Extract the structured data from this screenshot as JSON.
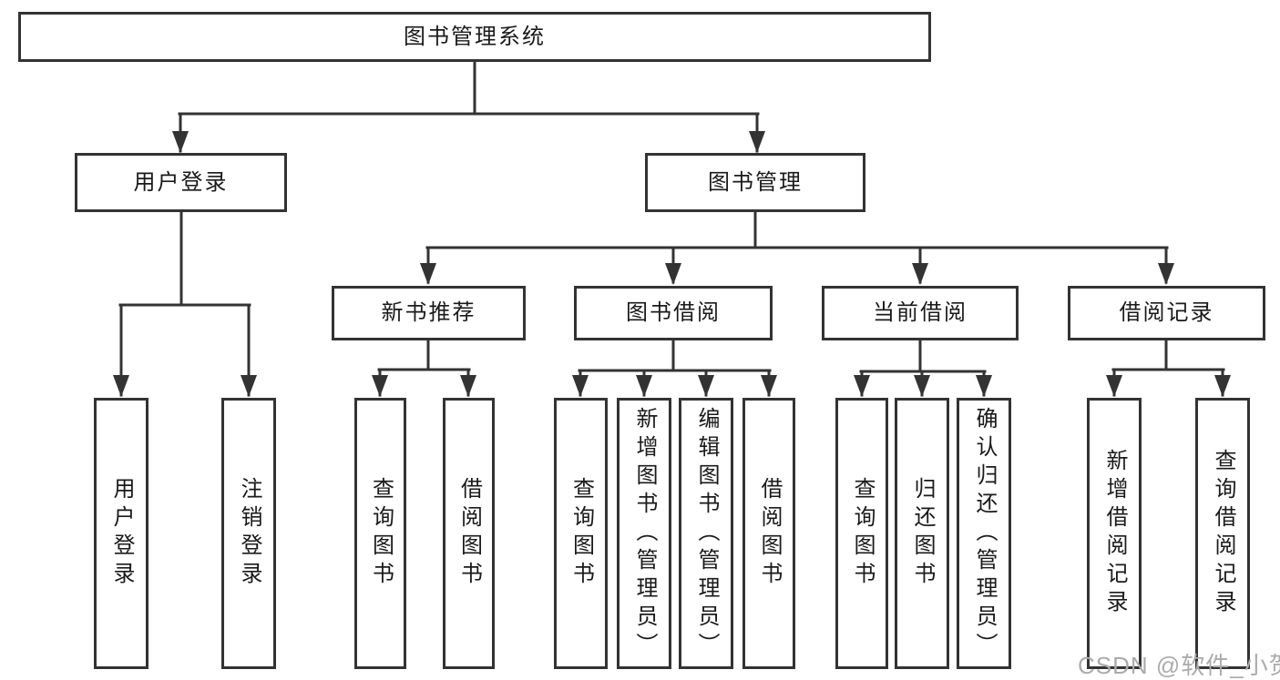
{
  "tree": {
    "root": {
      "label": "图书管理系统"
    },
    "branches": [
      {
        "label": "用户登录",
        "children": [
          {
            "label": "用户登录"
          },
          {
            "label": "注销登录"
          }
        ]
      },
      {
        "label": "图书管理",
        "groups": [
          {
            "label": "新书推荐",
            "children": [
              {
                "label": "查询图书"
              },
              {
                "label": "借阅图书"
              }
            ]
          },
          {
            "label": "图书借阅",
            "children": [
              {
                "label": "查询图书"
              },
              {
                "label": "新增图书（管理员）"
              },
              {
                "label": "编辑图书（管理员）"
              },
              {
                "label": "借阅图书"
              }
            ]
          },
          {
            "label": "当前借阅",
            "children": [
              {
                "label": "查询图书"
              },
              {
                "label": "归还图书"
              },
              {
                "label": "确认归还（管理员）"
              }
            ]
          },
          {
            "label": "借阅记录",
            "children": [
              {
                "label": "新增借阅记录"
              },
              {
                "label": "查询借阅记录"
              }
            ]
          }
        ]
      }
    ]
  },
  "watermark": {
    "text": "CSDN @软件_小贺同学"
  },
  "colors": {
    "line": "#333333",
    "box_border": "#333333",
    "box_fill": "#ffffff",
    "text": "#1a1a1a",
    "watermark": "#ababab",
    "background": "#ffffff"
  }
}
